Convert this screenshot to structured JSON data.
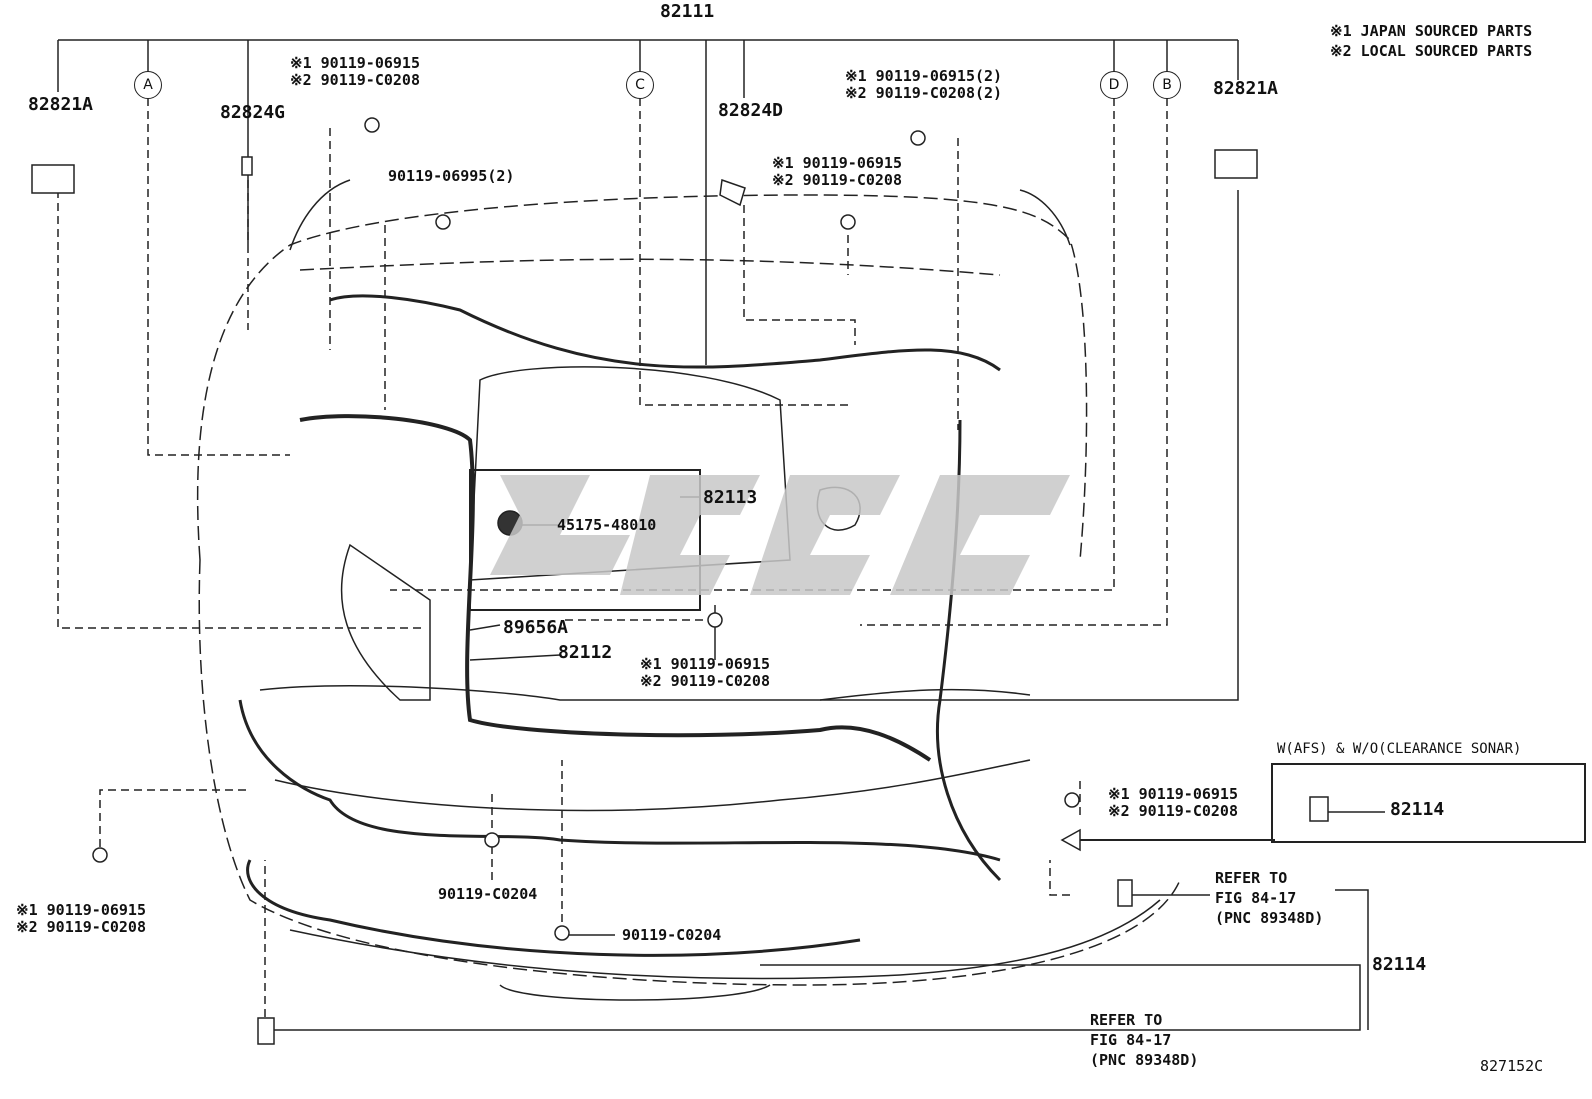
{
  "legend": {
    "line1": "※1 JAPAN SOURCED PARTS",
    "line2": "※2 LOCAL SOURCED PARTS"
  },
  "parts": {
    "p82111": "82111",
    "p82821A_left": "82821A",
    "p82821A_right": "82821A",
    "p82824G": "82824G",
    "p82824D": "82824D",
    "p82113": "82113",
    "p45175": "45175-48010",
    "p89656A": "89656A",
    "p82112": "82112",
    "p82114_inset": "82114",
    "p82114_main": "82114",
    "p90119_06995": "90119-06995(2)",
    "p90119_C0204_a": "90119-C0204",
    "p90119_C0204_b": "90119-C0204"
  },
  "bolt_labels": {
    "top_left": {
      "j": "※1 90119-06915",
      "l": "※2 90119-C0208"
    },
    "top_right": {
      "j": "※1 90119-06915(2)",
      "l": "※2 90119-C0208(2)"
    },
    "mid_right": {
      "j": "※1 90119-06915",
      "l": "※2 90119-C0208"
    },
    "center": {
      "j": "※1 90119-06915",
      "l": "※2 90119-C0208"
    },
    "right_lower": {
      "j": "※1 90119-06915",
      "l": "※2 90119-C0208"
    },
    "left_lower": {
      "j": "※1 90119-06915",
      "l": "※2 90119-C0208"
    }
  },
  "callouts": [
    "A",
    "C",
    "D",
    "B"
  ],
  "inset": {
    "title": "W(AFS) & W/O(CLEARANCE SONAR)"
  },
  "refer_upper": {
    "l1": "REFER TO",
    "l2": "FIG 84-17",
    "l3": "(PNC 89348D)"
  },
  "refer_lower": {
    "l1": "REFER TO",
    "l2": "FIG 84-17",
    "l3": "(PNC 89348D)"
  },
  "figure_id": "827152C",
  "colors": {
    "line": "#222222",
    "watermark": "#c8c8c8"
  }
}
